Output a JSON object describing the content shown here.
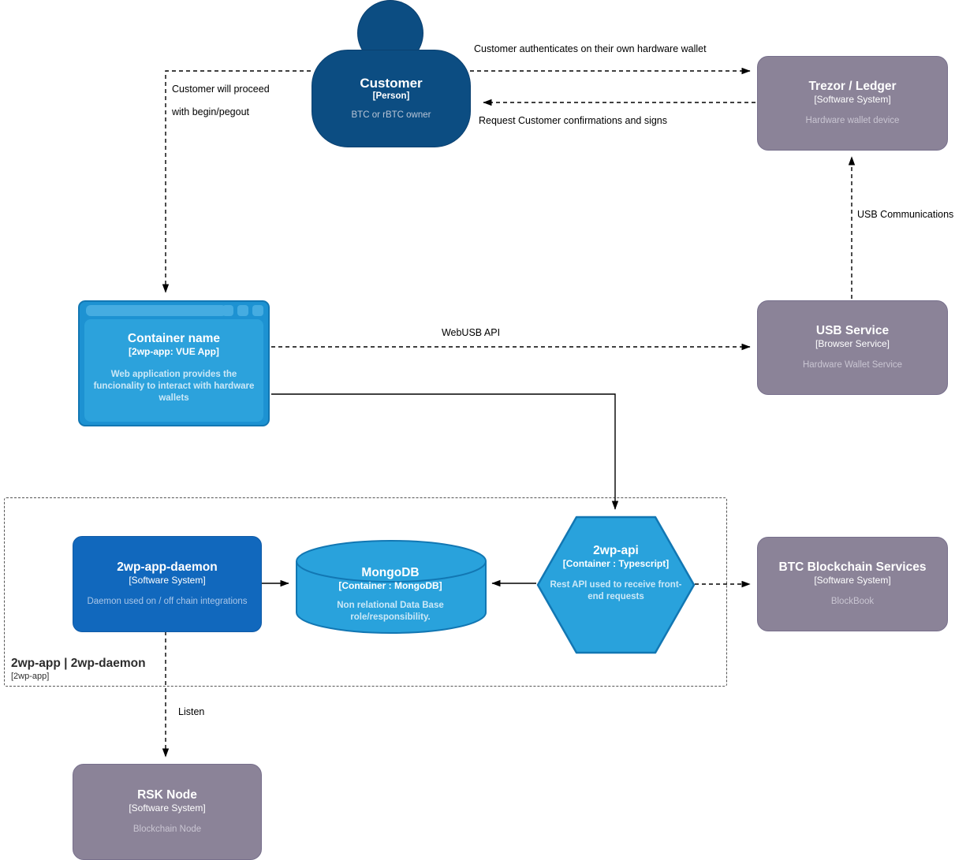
{
  "colors": {
    "person_fill": "#0C4D82",
    "system_blue_fill": "#1168BD",
    "container_blue_fill": "#29A2DC",
    "container_blue_stroke": "#1277B3",
    "external_gray_fill": "#8B8398",
    "line_color": "#000000"
  },
  "nodes": {
    "customer": {
      "title": "Customer",
      "subtitle": "[Person]",
      "description": "BTC or rBTC owner"
    },
    "trezor": {
      "title": "Trezor / Ledger",
      "subtitle": "[Software System]",
      "description": "Hardware wallet device"
    },
    "webapp": {
      "title": "Container name",
      "subtitle": "[2wp-app: VUE App]",
      "description": "Web application provides the funcionality to interact with hardware wallets"
    },
    "usb_service": {
      "title": "USB Service",
      "subtitle": "[Browser Service]",
      "description": "Hardware Wallet Service"
    },
    "daemon": {
      "title": "2wp-app-daemon",
      "subtitle": "[Software System]",
      "description": "Daemon used on / off chain integrations"
    },
    "mongodb": {
      "title": "MongoDB",
      "subtitle": "[Container : MongoDB]",
      "description": "Non relational Data Base role/responsibility."
    },
    "api": {
      "title": "2wp-api",
      "subtitle": "[Container : Typescript]",
      "description": "Rest API used to receive front-end requests"
    },
    "btc": {
      "title": "BTC Blockchain Services",
      "subtitle": "[Software System]",
      "description": "BlockBook"
    },
    "rsk": {
      "title": "RSK Node",
      "subtitle": "[Software System]",
      "description": "Blockchain Node"
    }
  },
  "boundary": {
    "title": "2wp-app | 2wp-daemon",
    "subtitle": "[2wp-app]"
  },
  "edges": {
    "authenticate": {
      "label": "Customer authenticates on their own hardware wallet"
    },
    "request_sign": {
      "label": "Request Customer confirmations and signs"
    },
    "proceed": {
      "label_line1": "Customer will proceed",
      "label_line2": "with begin/pegout"
    },
    "webusb": {
      "label": "WebUSB API"
    },
    "usb_comm": {
      "label": "USB Communications"
    },
    "listen": {
      "label": "Listen"
    }
  }
}
